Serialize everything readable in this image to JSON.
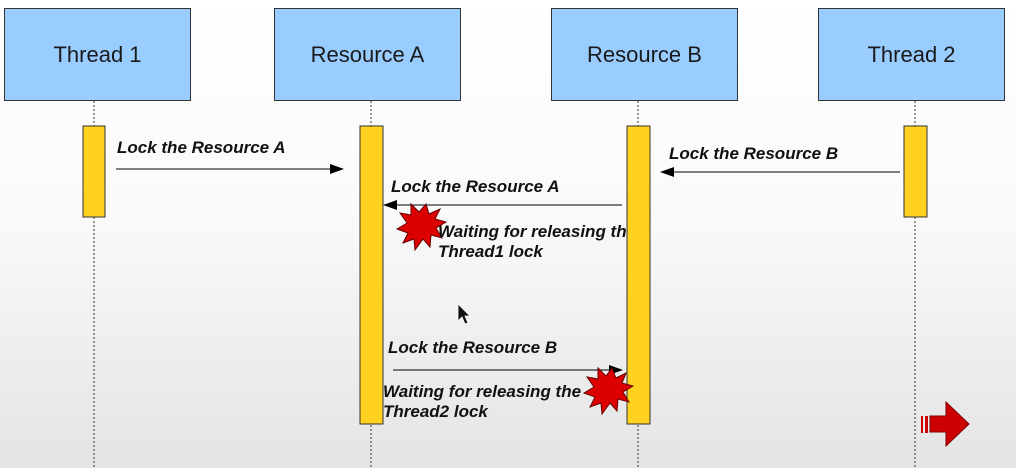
{
  "participants": [
    {
      "label": "Thread 1"
    },
    {
      "label": "Resource A"
    },
    {
      "label": "Resource B"
    },
    {
      "label": "Thread 2"
    }
  ],
  "messages": [
    {
      "label": "Lock the Resource  A"
    },
    {
      "label": "Lock the Resource  B"
    },
    {
      "label": "Lock the Resource  A"
    },
    {
      "label": "Lock the Resource  B"
    }
  ],
  "notes": [
    {
      "line1": "Waiting for releasing the",
      "line2": "Thread1 lock"
    },
    {
      "line1": "Waiting for releasing the",
      "line2": "Thread2 lock"
    }
  ],
  "colors": {
    "participant_fill": "#99ccff",
    "activation_fill": "#ffd21f",
    "burst_fill": "#dd0000",
    "nav_arrow": "#cc0000"
  },
  "icons": {
    "blocked": "explosion-burst-icon",
    "next": "next-arrow-icon",
    "cursor": "mouse-pointer-icon"
  }
}
